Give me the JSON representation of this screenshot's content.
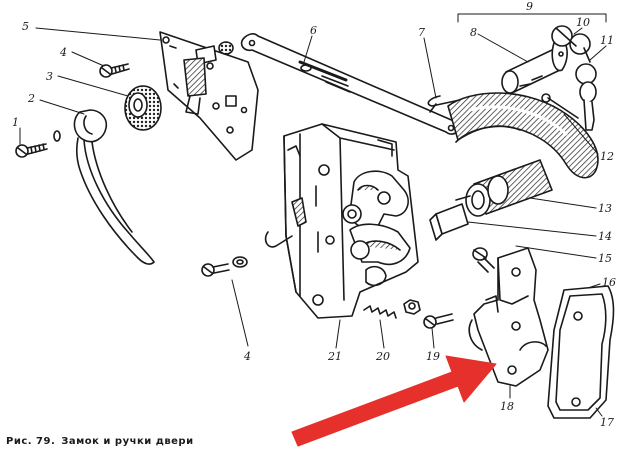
{
  "caption": {
    "fig": "Рис. 79.",
    "text": "Замок и ручки двери"
  },
  "labels": {
    "l1": "1",
    "l2": "2",
    "l3": "3",
    "l4a": "4",
    "l4b": "4",
    "l5": "5",
    "l6": "6",
    "l7": "7",
    "l8": "8",
    "l9": "9",
    "l10": "10",
    "l11": "11",
    "l12": "12",
    "l13": "13",
    "l14": "14",
    "l15": "15",
    "l16": "16",
    "l17": "17",
    "l18": "18",
    "l19": "19",
    "l20": "20",
    "l21": "21"
  },
  "colors": {
    "ink": "#1a1a1a",
    "arrow": "#e5302b",
    "paper": "#ffffff"
  }
}
